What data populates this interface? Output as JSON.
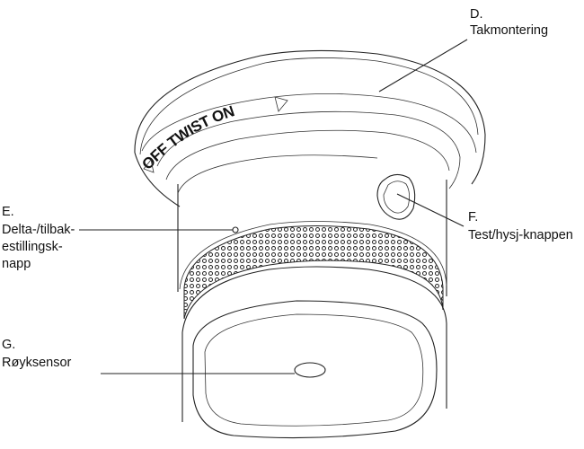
{
  "title": "Smoke detector parts diagram",
  "ring_text": "OFF TWIST ON",
  "labels": {
    "d": {
      "letter": "D.",
      "text": "Takmontering"
    },
    "e": {
      "letter": "E.",
      "lines": [
        "Delta-/tilbak-",
        "estillingsk-",
        "napp"
      ]
    },
    "f": {
      "letter": "F.",
      "text": "Test/hysj-knappen"
    },
    "g": {
      "letter": "G.",
      "text": "Røyksensor"
    }
  },
  "colors": {
    "line": "#222222",
    "background": "#ffffff"
  }
}
